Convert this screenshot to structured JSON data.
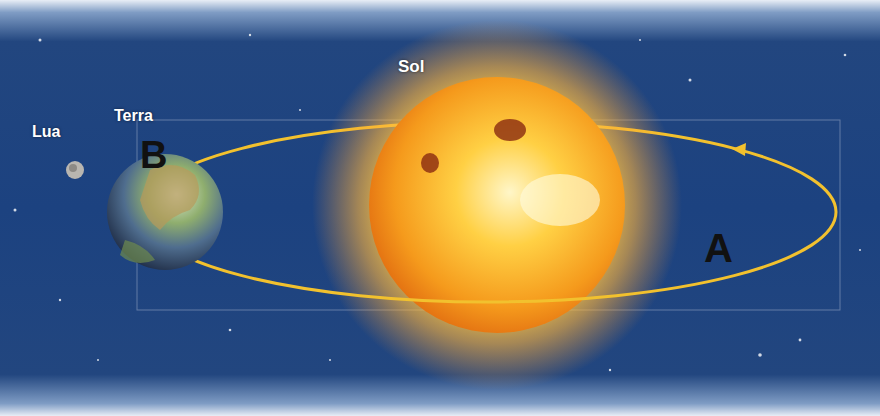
{
  "diagram": {
    "labels": [
      "Lua",
      "Terra",
      "B",
      "Sol",
      "A"
    ]
  }
}
